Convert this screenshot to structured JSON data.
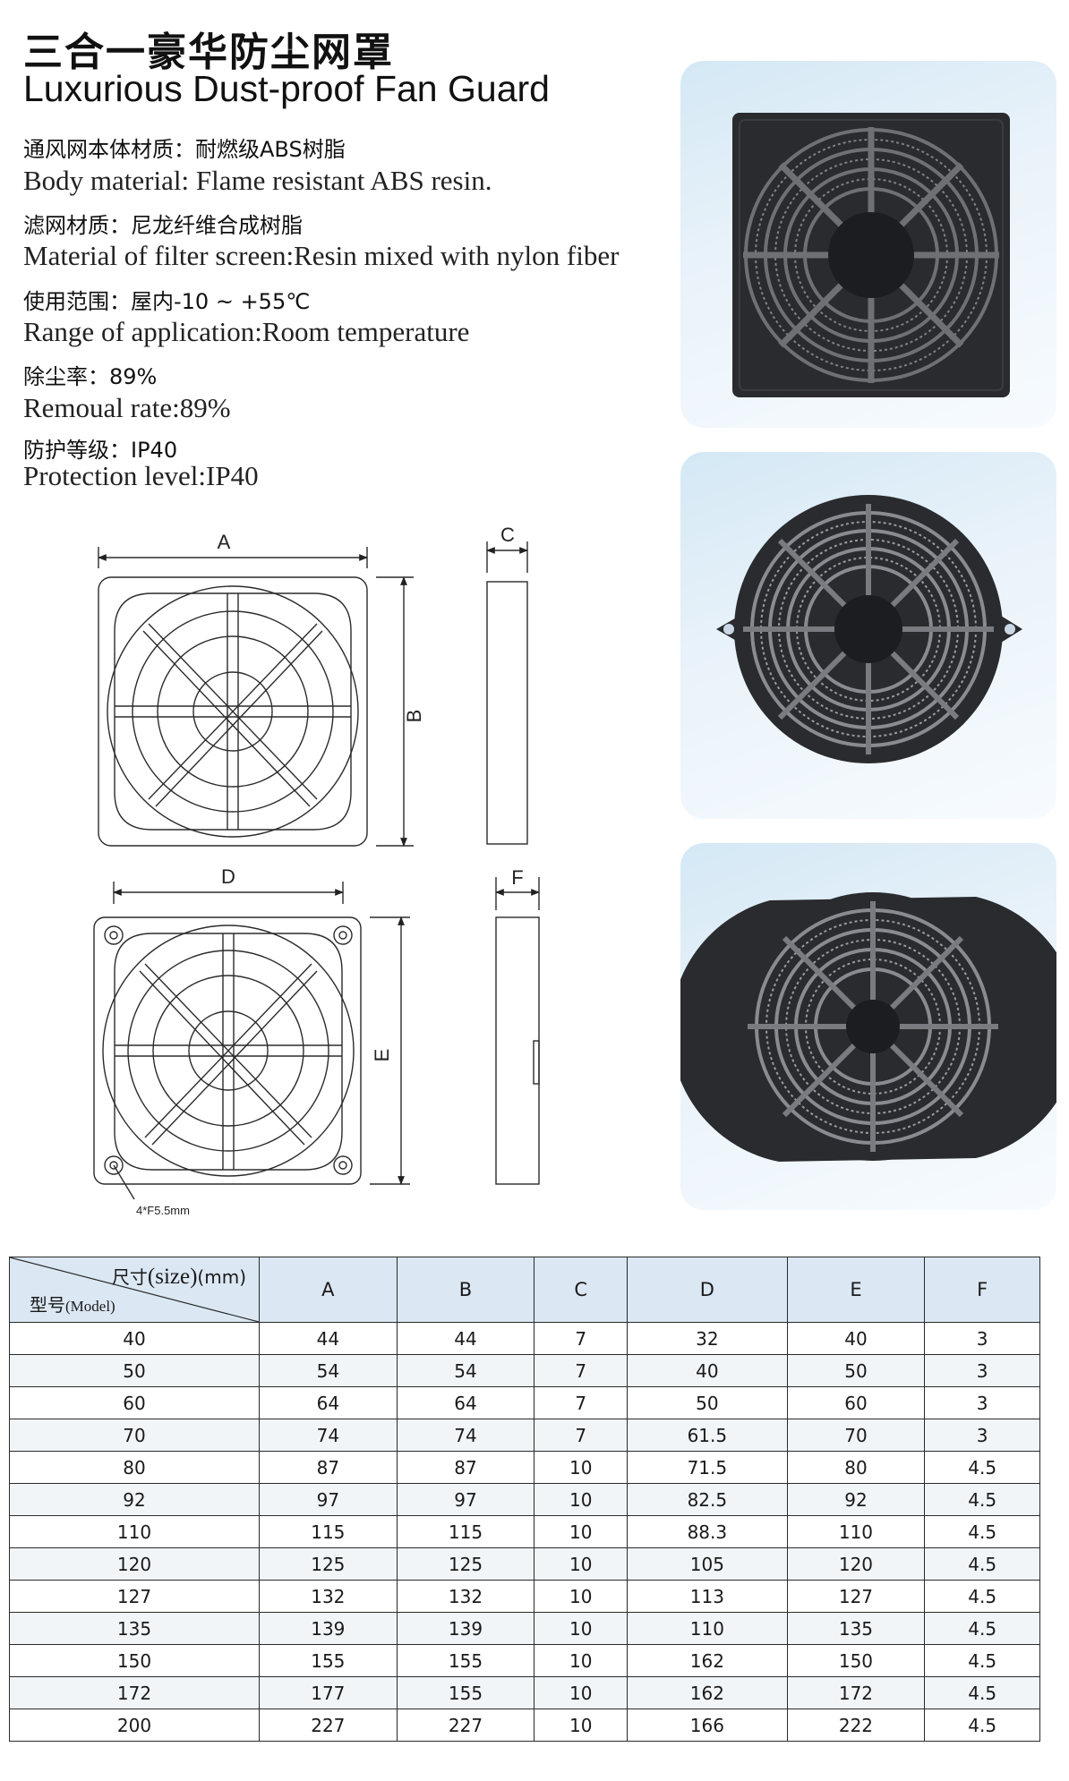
{
  "header": {
    "title_cn": "三合一豪华防尘网罩",
    "title_en": "Luxurious Dust-proof Fan Guard"
  },
  "specs": [
    {
      "cn": "通风网本体材质：耐燃级ABS树脂",
      "en": "Body material: Flame resistant ABS resin."
    },
    {
      "cn": "滤网材质：尼龙纤维合成树脂",
      "en": "Material of filter screen:Resin mixed with nylon fiber"
    },
    {
      "cn": "使用范围：屋内-10 ~ +55℃",
      "en": "Range of application:Room temperature"
    },
    {
      "cn": "除尘率：89%",
      "en": "Remoual rate:89%"
    },
    {
      "cn": "防护等级：IP40",
      "en": "Protection level:IP40"
    }
  ],
  "drawing": {
    "labels": {
      "a": "A",
      "b": "B",
      "c": "C",
      "d": "D",
      "e": "E",
      "f": "F"
    },
    "hole_note": "4*F5.5mm"
  },
  "photos": [
    {
      "name": "square-filter-photo"
    },
    {
      "name": "round-flanged-filter-photo"
    },
    {
      "name": "round-filter-photo"
    }
  ],
  "table": {
    "header": {
      "size_cn": "尺寸",
      "size_en": "(size)",
      "size_unit": "(mm)",
      "model_cn": "型号",
      "model_en": "(Model)"
    },
    "columns": [
      "A",
      "B",
      "C",
      "D",
      "E",
      "F"
    ],
    "rows": [
      {
        "model": "40",
        "vals": [
          "44",
          "44",
          "7",
          "32",
          "40",
          "3"
        ]
      },
      {
        "model": "50",
        "vals": [
          "54",
          "54",
          "7",
          "40",
          "50",
          "3"
        ]
      },
      {
        "model": "60",
        "vals": [
          "64",
          "64",
          "7",
          "50",
          "60",
          "3"
        ]
      },
      {
        "model": "70",
        "vals": [
          "74",
          "74",
          "7",
          "61.5",
          "70",
          "3"
        ]
      },
      {
        "model": "80",
        "vals": [
          "87",
          "87",
          "10",
          "71.5",
          "80",
          "4.5"
        ]
      },
      {
        "model": "92",
        "vals": [
          "97",
          "97",
          "10",
          "82.5",
          "92",
          "4.5"
        ]
      },
      {
        "model": "110",
        "vals": [
          "115",
          "115",
          "10",
          "88.3",
          "110",
          "4.5"
        ]
      },
      {
        "model": "120",
        "vals": [
          "125",
          "125",
          "10",
          "105",
          "120",
          "4.5"
        ]
      },
      {
        "model": "127",
        "vals": [
          "132",
          "132",
          "10",
          "113",
          "127",
          "4.5"
        ]
      },
      {
        "model": "135",
        "vals": [
          "139",
          "139",
          "10",
          "110",
          "135",
          "4.5"
        ]
      },
      {
        "model": "150",
        "vals": [
          "155",
          "155",
          "10",
          "162",
          "150",
          "4.5"
        ]
      },
      {
        "model": "172",
        "vals": [
          "177",
          "155",
          "10",
          "162",
          "172",
          "4.5"
        ]
      },
      {
        "model": "200",
        "vals": [
          "227",
          "227",
          "10",
          "166",
          "222",
          "4.5"
        ]
      }
    ]
  }
}
